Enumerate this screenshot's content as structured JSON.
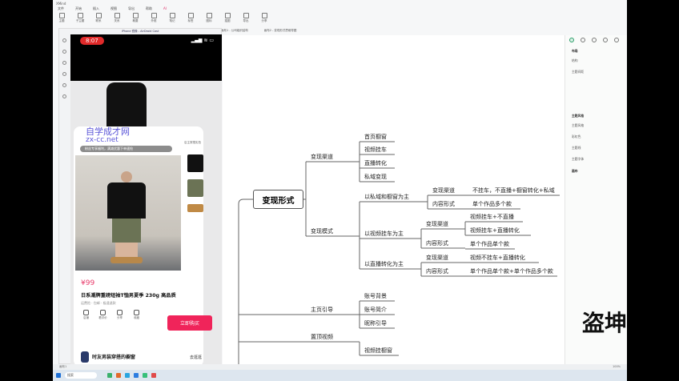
{
  "app": {
    "title": "XMind",
    "menu": [
      "文件",
      "开始",
      "插入",
      "视图",
      "导出",
      "帮助",
      "AI"
    ],
    "toolbar": [
      "主题",
      "子主题",
      "联系",
      "关系",
      "概要",
      "外框",
      "笔记",
      "标签",
      "图标",
      "插图",
      "导出",
      "分享"
    ],
    "tabs": [
      "画布1 - 公司组织结构",
      "画布2 - 变现形式思维导图"
    ]
  },
  "phone": {
    "window_title": "iPhone 镜像 - AirDroid Cast",
    "time": "8:07",
    "status_icons": "▂▄▆ ≋ ▭",
    "watermark_line1": "自学成才网",
    "watermark_line2": "zx-cc.net",
    "promo_pill": "粉丝专享福利，满减优惠下单速抢",
    "price": "¥99",
    "product_title": "日系潮牌重磅短袖T恤男夏季 230g 高品质",
    "product_sub": "运费险 · 包邮 · 极速退款",
    "actions": [
      "店铺",
      "看评价",
      "分享",
      "收藏"
    ],
    "buy_label": "立即购买",
    "shop_name": "时友男装穿搭的橱窗",
    "shop_go": "去逛逛",
    "store_label": "店主穿搭实拍"
  },
  "mindmap": {
    "root": "变现形式",
    "n1": "变现渠道",
    "n1a": "首页橱窗",
    "n1b": "视频挂车",
    "n1c": "直播转化",
    "n1d": "私域变现",
    "n2": "变现模式",
    "m1": "以私域和橱窗为主",
    "m1c": "变现渠道",
    "m1cv": "不挂车，不直播+橱窗转化+私域",
    "m1f": "内容形式",
    "m1fv": "单个作品多个款",
    "m2": "以视频挂车为主",
    "m2c": "变现渠道",
    "m2cv1": "视频挂车+不直播",
    "m2cv2": "视频挂车+直播转化",
    "m2f": "内容形式",
    "m2fv": "单个作品单个款",
    "m3": "以直播转化为主",
    "m3c": "变现渠道",
    "m3cv": "视频不挂车+直播转化",
    "m3f": "内容形式",
    "m3fv": "单个作品单个款+单个作品多个款",
    "p1": "主页引导",
    "p1a": "账号背景",
    "p1b": "账号简介",
    "p1c": "昵称引导",
    "p2": "置顶视频",
    "p2a": "视频挂橱窗"
  },
  "rpanel": {
    "head1": "布局",
    "row1": "结构",
    "row2": "主题间距",
    "head2": "主题风格",
    "row3": "主题风格",
    "row4": "彩虹色",
    "row5": "主题线",
    "row6": "主题字体",
    "head3": "画布"
  },
  "statusbar": {
    "left": "画布1",
    "right": "100%"
  },
  "taskbar": {
    "search": "搜索"
  },
  "overlay": "盗坤"
}
